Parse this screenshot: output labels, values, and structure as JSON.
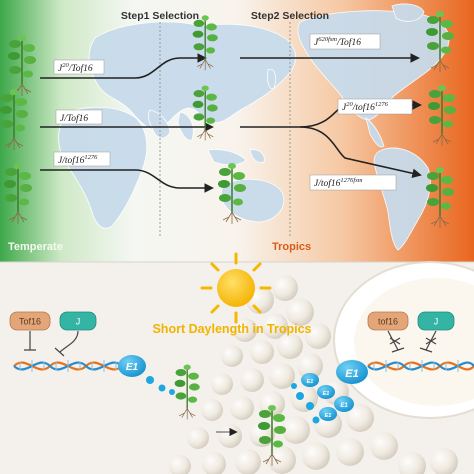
{
  "top": {
    "step1_label": "Step1 Selection",
    "step2_label": "Step2 Selection",
    "temperate_label": "Temperate",
    "tropics_label": "Tropics",
    "left_genotypes": [
      {
        "base": "J",
        "sup": "20",
        "rest": "/Tof16",
        "rest_sup": ""
      },
      {
        "base": "J/Tof16",
        "sup": "",
        "rest": "",
        "rest_sup": ""
      },
      {
        "base": "J/tof16",
        "sup": "",
        "rest": "",
        "rest_sup": "1276"
      }
    ],
    "right_genotypes": [
      {
        "base": "J",
        "sup": "620fsm",
        "rest": "/Tof16",
        "rest_sup": ""
      },
      {
        "base": "J",
        "sup": "20",
        "rest": "/tof16",
        "rest_sup": "1276"
      },
      {
        "base": "J/tof16",
        "sup": "",
        "rest": "",
        "rest_sup": "1276fsm"
      }
    ]
  },
  "bottom": {
    "daylength_label": "Short Daylength in Tropics",
    "left_factors": [
      "Tof16",
      "J"
    ],
    "right_factors": [
      "tof16",
      "J"
    ],
    "protein_label": "E1",
    "small_protein_label": "E1"
  },
  "colors": {
    "temperate_green": "#2e9b3c",
    "tropics_orange": "#e8651c",
    "map_land": "#c9dcec",
    "tof16_pill": "#e4a678",
    "j_pill": "#34b4a4",
    "e1_blue": "#1ea6e0",
    "sun": "#f5b800",
    "dna_orange": "#e8721c",
    "dna_blue": "#2a8bc9"
  },
  "icons": [
    "soybean-plant-icon",
    "sun-icon",
    "dna-helix-icon",
    "inhibition-arrow-icon"
  ]
}
